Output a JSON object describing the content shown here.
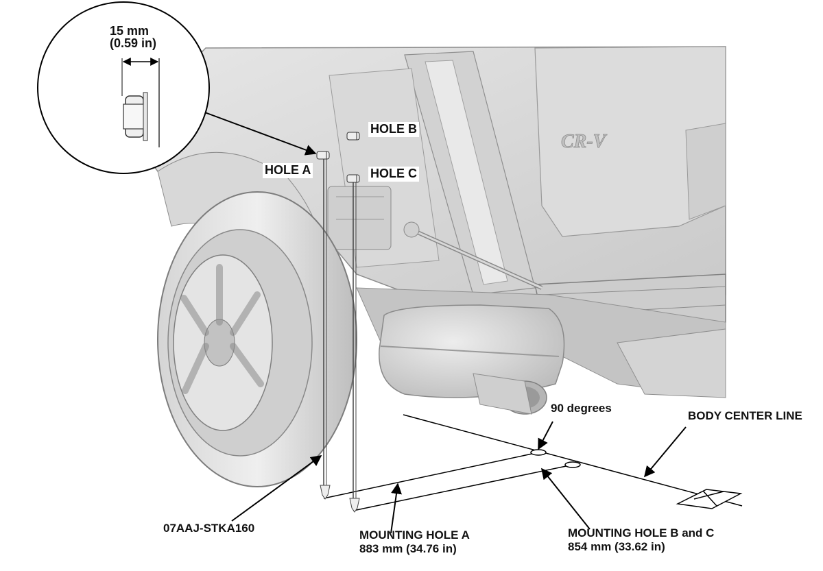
{
  "detail": {
    "dimension_mm": "15 mm",
    "dimension_in": "(0.59 in)"
  },
  "holes": {
    "a": "HOLE A",
    "b": "HOLE B",
    "c": "HOLE C"
  },
  "vehicle_badge": "CR-V",
  "angle_label": "90 degrees",
  "center_line_label": "BODY CENTER LINE",
  "tool_part_number": "07AAJ-STKA160",
  "mounting_hole_a": {
    "title": "MOUNTING HOLE A",
    "distance": "883 mm (34.76 in)"
  },
  "mounting_hole_bc": {
    "title": "MOUNTING HOLE B and C",
    "distance": "854 mm (33.62 in)"
  }
}
